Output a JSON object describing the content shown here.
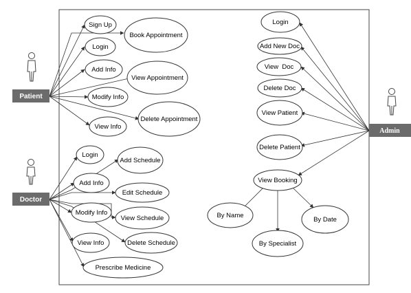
{
  "actors": {
    "patient": "Patient",
    "doctor": "Doctor",
    "admin": "Admin"
  },
  "patient_use_cases": {
    "sign_up": "Sign Up",
    "book_appointment": "Book Appointment",
    "login": "Login",
    "add_info": "Add Info",
    "view_appointment": "View Appointment",
    "modify_info": "Modify Info",
    "delete_appointment": "Delete Appointment",
    "view_info": "View Info"
  },
  "doctor_use_cases": {
    "login": "Login",
    "add_schedule": "Add Schedule",
    "add_info": "Add Info",
    "edit_schedule": "Edit Schedule",
    "modify_info": "Modify Info",
    "view_schedule": "View Schedule",
    "view_info": "View Info",
    "delete_schedule": "Delete Schedule",
    "prescribe_medicine": "Prescribe Medicine"
  },
  "admin_use_cases": {
    "login": "Login",
    "add_new_doc": "Add New Doc",
    "view_doc": "View  Doc",
    "delete_doc": "Delete Doc",
    "view_patient": "View Patient",
    "delete_patient": "Delete Patient",
    "view_booking": "View Booking",
    "by_name": "By Name",
    "by_date": "By Date",
    "by_specialist": "By Specialist"
  },
  "colors": {
    "line": "#333333",
    "system_border": "#444444",
    "actor_box": "#6b6b6b",
    "ellipse_fill": "#ffffff"
  },
  "icons": {
    "actor": "stick-figure-icon"
  }
}
